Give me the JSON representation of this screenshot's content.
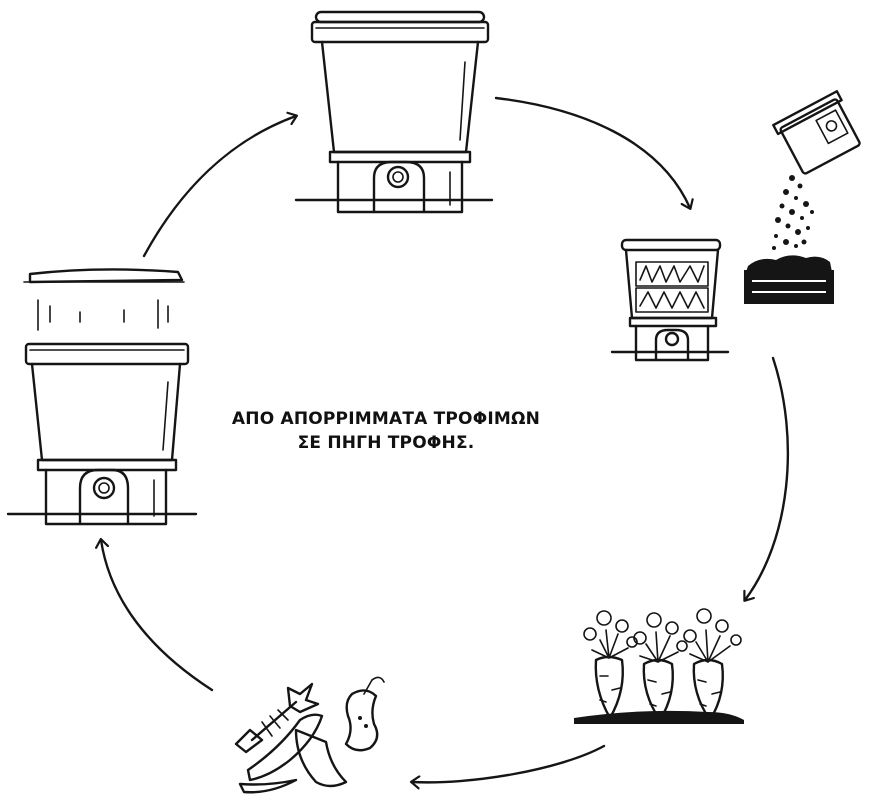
{
  "caption": {
    "line1": "ΑΠΟ ΑΠΟΡΡΙΜΜΑΤΑ ΤΡΟΦΙΜΩΝ",
    "line2": "ΣΕ ΠΗΓΗ ΤΡΟΦΗΣ."
  },
  "cycle_steps": [
    "bin-closed",
    "bin-filled-with-scraps",
    "pouring-compost",
    "growing-carrots",
    "food-scraps",
    "bin-opening-lid"
  ],
  "colors": {
    "ink": "#151515",
    "background": "#ffffff"
  }
}
